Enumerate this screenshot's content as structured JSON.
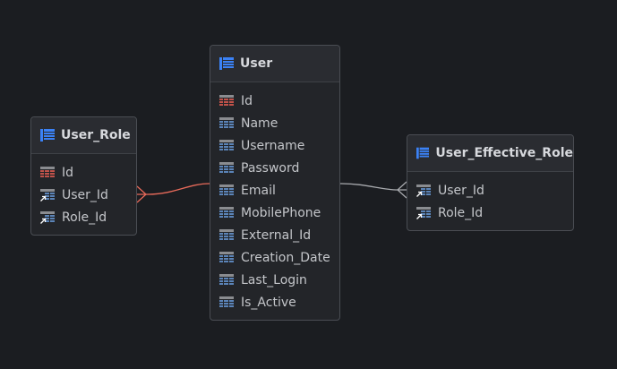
{
  "colors": {
    "background": "#1b1d21",
    "header_icon": "#3b82f6",
    "column_icon": "#5b84b8",
    "pk_icon": "#c0524a",
    "edge_selected": "#e86a5a",
    "edge_default": "#a8aaae"
  },
  "tables": {
    "user": {
      "title": "User",
      "columns": [
        {
          "name": "Id",
          "icon": "primary-key-icon"
        },
        {
          "name": "Name",
          "icon": "column-icon"
        },
        {
          "name": "Username",
          "icon": "column-icon"
        },
        {
          "name": "Password",
          "icon": "column-icon"
        },
        {
          "name": "Email",
          "icon": "column-icon"
        },
        {
          "name": "MobilePhone",
          "icon": "column-icon"
        },
        {
          "name": "External_Id",
          "icon": "column-icon"
        },
        {
          "name": "Creation_Date",
          "icon": "column-icon"
        },
        {
          "name": "Last_Login",
          "icon": "column-icon"
        },
        {
          "name": "Is_Active",
          "icon": "column-icon"
        }
      ]
    },
    "user_role": {
      "title": "User_Role",
      "columns": [
        {
          "name": "Id",
          "icon": "primary-key-icon"
        },
        {
          "name": "User_Id",
          "icon": "foreign-key-icon"
        },
        {
          "name": "Role_Id",
          "icon": "foreign-key-icon"
        }
      ]
    },
    "user_effective_role": {
      "title": "User_Effective_Role",
      "columns": [
        {
          "name": "User_Id",
          "icon": "foreign-key-icon"
        },
        {
          "name": "Role_Id",
          "icon": "foreign-key-icon"
        }
      ]
    }
  }
}
